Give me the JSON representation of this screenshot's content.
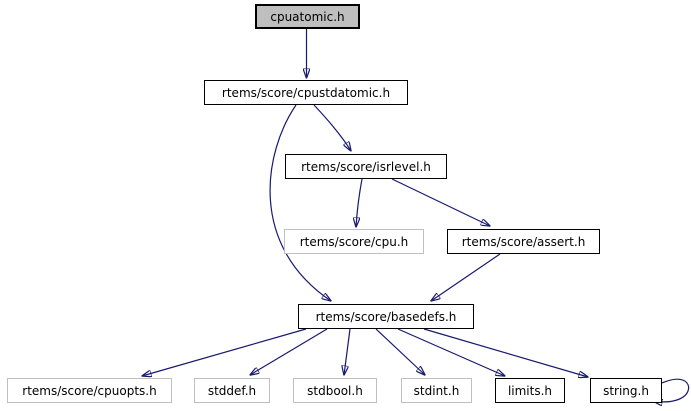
{
  "graph": {
    "kind": "include-dependency-graph",
    "colors": {
      "edge": "#191970",
      "root_fill": "#bfbfbf",
      "node_fill": "#ffffff",
      "documented_border": "#000000",
      "external_border": "#bfbfbf",
      "text": "#000000",
      "background": "#ffffff"
    },
    "nodes": [
      {
        "label": "cpuatomic.h",
        "kind": "root"
      },
      {
        "label": "rtems/score/cpustdatomic.h",
        "kind": "documented"
      },
      {
        "label": "rtems/score/isrlevel.h",
        "kind": "documented"
      },
      {
        "label": "rtems/score/cpu.h",
        "kind": "external"
      },
      {
        "label": "rtems/score/assert.h",
        "kind": "documented"
      },
      {
        "label": "rtems/score/basedefs.h",
        "kind": "documented"
      },
      {
        "label": "rtems/score/cpuopts.h",
        "kind": "external"
      },
      {
        "label": "stddef.h",
        "kind": "external"
      },
      {
        "label": "stdbool.h",
        "kind": "external"
      },
      {
        "label": "stdint.h",
        "kind": "external"
      },
      {
        "label": "limits.h",
        "kind": "documented"
      },
      {
        "label": "string.h",
        "kind": "documented"
      }
    ],
    "edges": [
      {
        "from": "cpuatomic.h",
        "to": "rtems/score/cpustdatomic.h"
      },
      {
        "from": "rtems/score/cpustdatomic.h",
        "to": "rtems/score/isrlevel.h"
      },
      {
        "from": "rtems/score/cpustdatomic.h",
        "to": "rtems/score/basedefs.h"
      },
      {
        "from": "rtems/score/isrlevel.h",
        "to": "rtems/score/cpu.h"
      },
      {
        "from": "rtems/score/isrlevel.h",
        "to": "rtems/score/assert.h"
      },
      {
        "from": "rtems/score/assert.h",
        "to": "rtems/score/basedefs.h"
      },
      {
        "from": "rtems/score/basedefs.h",
        "to": "rtems/score/cpuopts.h"
      },
      {
        "from": "rtems/score/basedefs.h",
        "to": "stddef.h"
      },
      {
        "from": "rtems/score/basedefs.h",
        "to": "stdbool.h"
      },
      {
        "from": "rtems/score/basedefs.h",
        "to": "stdint.h"
      },
      {
        "from": "rtems/score/basedefs.h",
        "to": "limits.h"
      },
      {
        "from": "rtems/score/basedefs.h",
        "to": "string.h"
      },
      {
        "from": "string.h",
        "to": "string.h"
      }
    ]
  }
}
